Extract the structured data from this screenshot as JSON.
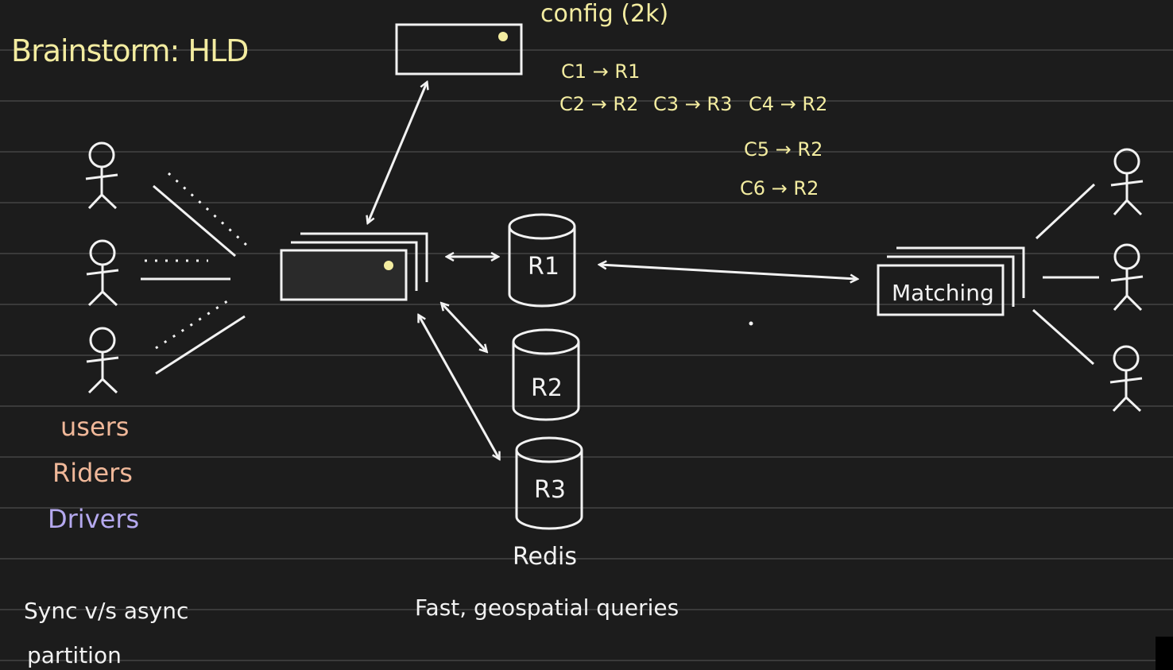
{
  "title": "Brainstorm: HLD",
  "config": {
    "title": "config (2k)",
    "mappings": [
      "C1 → R1",
      "C2 → R2",
      "C3 → R3",
      "C4 → R2",
      "C5 → R2",
      "C6 → R2"
    ]
  },
  "legend": {
    "users": "users",
    "riders": "Riders",
    "drivers": "Drivers"
  },
  "notes": {
    "sync": "Sync v/s async",
    "partition": "partition",
    "fast": "Fast, geospatial queries"
  },
  "stores": {
    "r1": "R1",
    "r2": "R2",
    "r3": "R3",
    "group_label": "Redis"
  },
  "matching": {
    "label": "Matching"
  },
  "colors": {
    "background": "#1c1c1c",
    "ink": "#f2f2f2",
    "yellow": "#f3eca0",
    "peach": "#f0b899",
    "lavender": "#b5a9ef"
  }
}
